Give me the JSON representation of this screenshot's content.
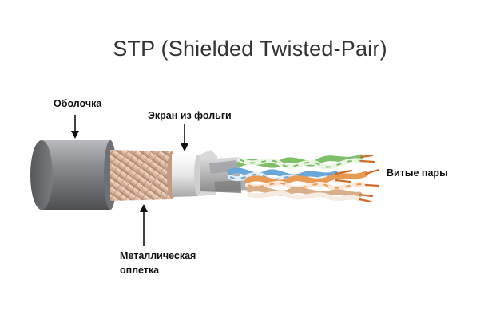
{
  "title": "STP (Shielded Twisted-Pair)",
  "labels": {
    "jacket": "Оболочка",
    "foil_shield": "Экран из фольги",
    "twisted_pairs": "Витые пары",
    "metal_braid_line1": "Металлическая",
    "metal_braid_line2": "оплетка"
  },
  "colors": {
    "jacket": "#8c8e92",
    "braid": "#d9b39a",
    "foil": "#e6e6e6",
    "pair_green": "#7fbf6a",
    "pair_blue": "#6aa7d6",
    "pair_orange": "#e89a55",
    "pair_brown": "#d7b08a",
    "copper": "#d06a2a"
  }
}
